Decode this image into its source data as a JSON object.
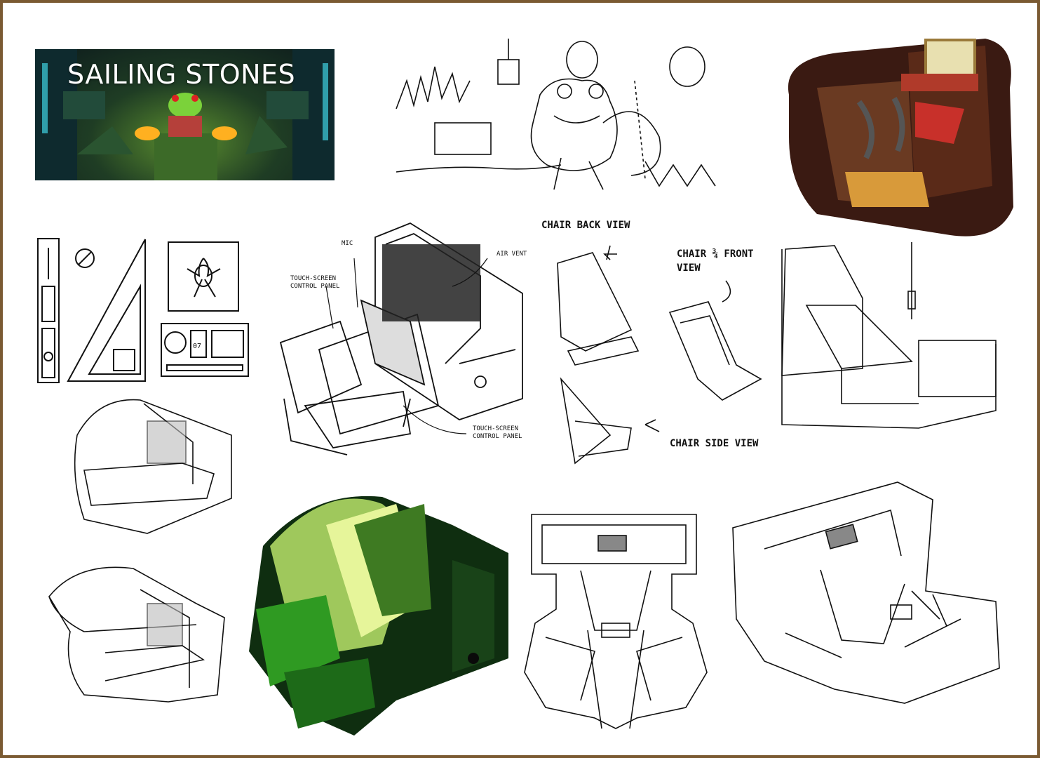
{
  "banner": {
    "title": "SAILING STONES"
  },
  "annotations": {
    "mic": "MIC",
    "air_vent": "AIR VENT",
    "touch_screen_top": "TOUCH-SCREEN\nCONTROL PANEL",
    "touch_screen_bottom": "TOUCH-SCREEN\nCONTROL PANEL",
    "chair_back_view": "CHAIR BACK VIEW",
    "chair_front_view": "CHAIR ¾ FRONT\nVIEW",
    "chair_side_view": "CHAIR SIDE VIEW"
  },
  "props": {
    "panel_number": "07"
  },
  "colors": {
    "frame": "#7a5a32",
    "banner_green": "#5c8f2e",
    "render_green": "#3fae2a",
    "render_brown": "#6a3a22"
  }
}
